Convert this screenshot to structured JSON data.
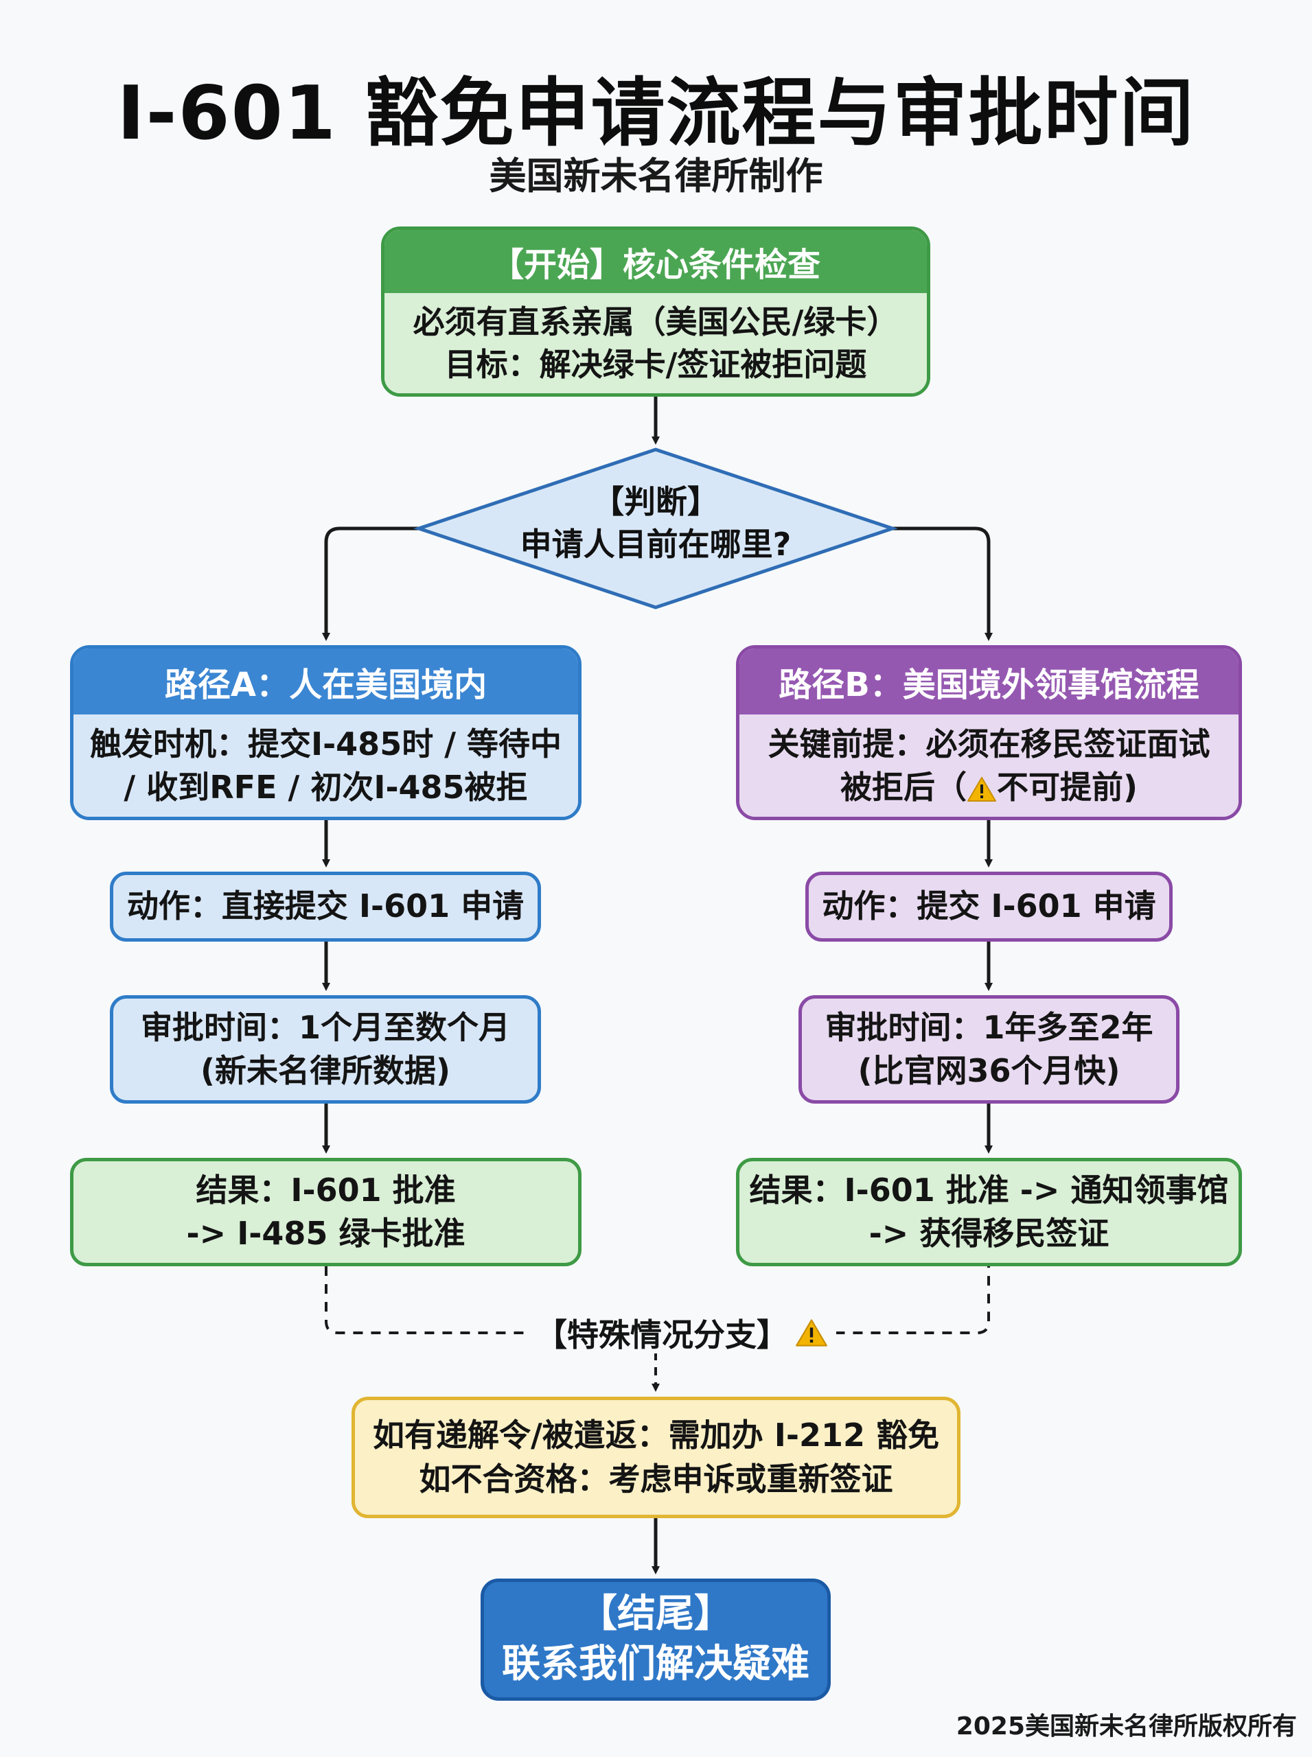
{
  "title": "I-601 豁免申请流程与审批时间",
  "subtitle": "美国新未名律所制作",
  "start": {
    "header": "【开始】核心条件检查",
    "line1": "必须有直系亲属（美国公民/绿卡）",
    "line2": "目标：解决绿卡/签证被拒问题"
  },
  "decision": {
    "line1": "【判断】",
    "line2": "申请人目前在哪里?"
  },
  "path_a": {
    "header": "路径A：人在美国境内",
    "body_line1": "触发时机：提交I-485时 / 等待中",
    "body_line2": "/ 收到RFE / 初次I-485被拒",
    "action": "动作：直接提交 I-601 申请",
    "time_line1": "审批时间：1个月至数个月",
    "time_line2": "(新未名律所数据)",
    "result_line1": "结果：I-601 批准",
    "result_line2": "-> I-485 绿卡批准"
  },
  "path_b": {
    "header": "路径B：美国境外领事馆流程",
    "body_line1": "关键前提：必须在移民签证面试",
    "body_line2_pre": "被拒后（",
    "body_line2_post": "不可提前)",
    "action": "动作：提交 I-601 申请",
    "time_line1": "审批时间：1年多至2年",
    "time_line2": "(比官网36个月快)",
    "result_line1": "结果：I-601 批准 -> 通知领事馆",
    "result_line2": "-> 获得移民签证"
  },
  "special": {
    "label": "【特殊情况分支】",
    "line1": "如有递解令/被遣返：需加办 I-212 豁免",
    "line2": "如不合资格：考虑申诉或重新签证"
  },
  "end": {
    "line1": "【结尾】",
    "line2": "联系我们解决疑难"
  },
  "copyright": "2025美国新未名律所版权所有",
  "icons": {
    "warning": "warning-icon"
  },
  "colors": {
    "green": "#4ba653",
    "blue": "#3b86d3",
    "purple": "#9558b1",
    "yellow": "#e1b532",
    "final": "#2f78c8"
  }
}
